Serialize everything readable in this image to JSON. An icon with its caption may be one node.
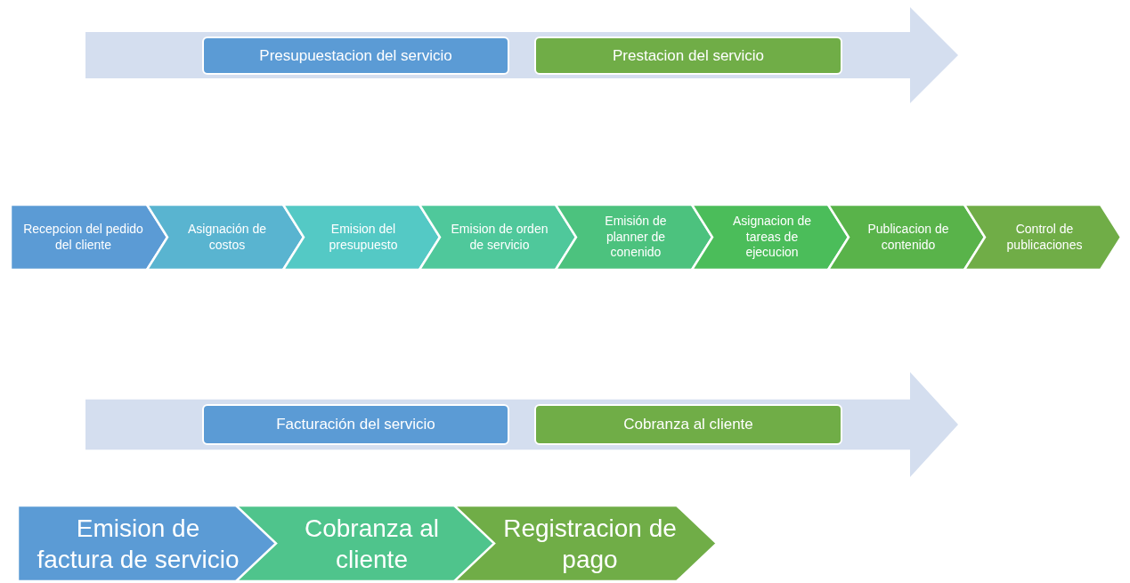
{
  "diagram": {
    "nodes": [
      {
        "text": [],
        "shape": "arrow"
      },
      {
        "text": [
          "Presupuestacion del servicio"
        ],
        "in": 0
      },
      {
        "text": [
          "Prestacion del servicio"
        ],
        "in": 0
      },
      {
        "text": [
          "Recepcion del pedido del cliente"
        ]
      },
      {
        "text": [
          "Asignación de costos"
        ]
      },
      {
        "text": [
          "Emision del presupuesto"
        ]
      },
      {
        "text": [
          "Emision de orden de servicio"
        ]
      },
      {
        "text": [
          "Emisión de planner de conenido"
        ]
      },
      {
        "text": [
          "Asignacion de tareas de ejecucion"
        ]
      },
      {
        "text": [
          "Publicacion de contenido"
        ]
      },
      {
        "text": [
          "Control de publicaciones"
        ]
      },
      {
        "text": [],
        "shape": "arrow"
      },
      {
        "text": [
          "Facturación del servicio"
        ],
        "in": 11
      },
      {
        "text": [
          "Cobranza al cliente"
        ],
        "in": 11
      },
      {
        "text": [
          "Emision de factura de servicio"
        ]
      },
      {
        "text": [
          "Cobranza al cliente"
        ]
      },
      {
        "text": [
          "Registracion de pago"
        ]
      }
    ]
  }
}
